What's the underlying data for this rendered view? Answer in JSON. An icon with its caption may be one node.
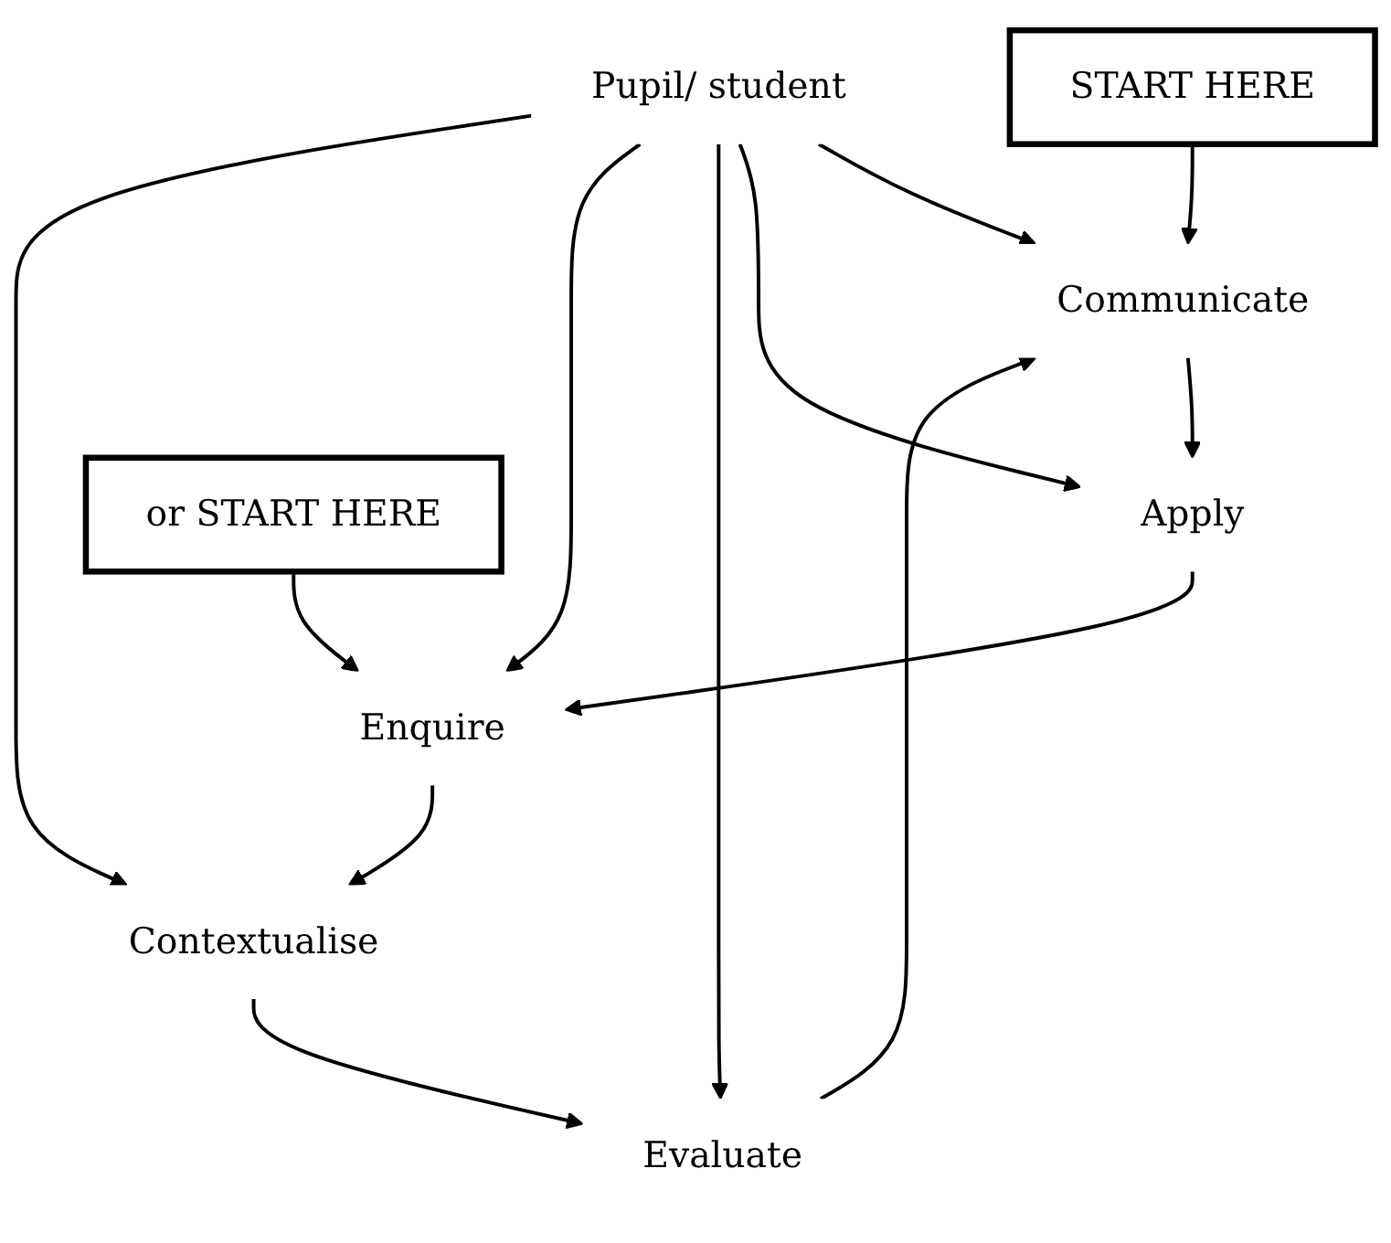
{
  "diagram": {
    "nodes": [
      {
        "text": [
          "START HERE"
        ]
      },
      {
        "text": [
          "Communicate"
        ]
      },
      {
        "text": [
          "Apply"
        ]
      },
      {
        "text": [
          "or START HERE"
        ]
      },
      {
        "text": [
          "Pupil/ student"
        ]
      },
      {
        "text": [
          "Evaluate"
        ]
      },
      {
        "text": [
          "Enquire"
        ]
      },
      {
        "text": [
          "Contextualise"
        ]
      }
    ],
    "edges": [
      {
        "from": 0,
        "to": 1,
        "arrow": "to"
      },
      {
        "from": 3,
        "to": 6,
        "arrow": "to"
      },
      {
        "from": 1,
        "to": 2,
        "arrow": "to"
      },
      {
        "from": 2,
        "to": 6,
        "arrow": "to"
      },
      {
        "from": 6,
        "to": 7,
        "arrow": "to"
      },
      {
        "from": 7,
        "to": 5,
        "arrow": "to"
      },
      {
        "from": 5,
        "to": 1,
        "arrow": "to"
      },
      {
        "from": 4,
        "to": 1,
        "arrow": "to"
      },
      {
        "from": 4,
        "to": 2,
        "arrow": "to"
      },
      {
        "from": 4,
        "to": 5,
        "arrow": "to"
      },
      {
        "from": 4,
        "to": 6,
        "arrow": "to"
      },
      {
        "from": 4,
        "to": 7,
        "arrow": "to"
      }
    ]
  }
}
